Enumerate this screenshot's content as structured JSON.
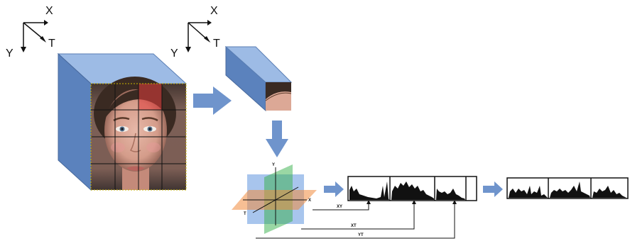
{
  "axes_labels": {
    "x": "X",
    "y": "Y",
    "t": "T"
  },
  "plane_labels": {
    "y": "Y",
    "x": "X",
    "t": "T"
  },
  "connector_labels": {
    "xy": "XY",
    "xt": "XT",
    "yt": "YT"
  },
  "colors": {
    "cube_front": "#7a9fd6",
    "cube_side": "#5b82bd",
    "cube_top": "#9dbbe5",
    "arrow": "#6f94cc",
    "plane_xy": "#3f7fd8",
    "plane_xt": "#f08a3c",
    "plane_yt": "#36b04a",
    "highlight_block": "#e13c3c"
  },
  "icons": {
    "face": "face-image",
    "histogram": "histogram-graphic"
  }
}
